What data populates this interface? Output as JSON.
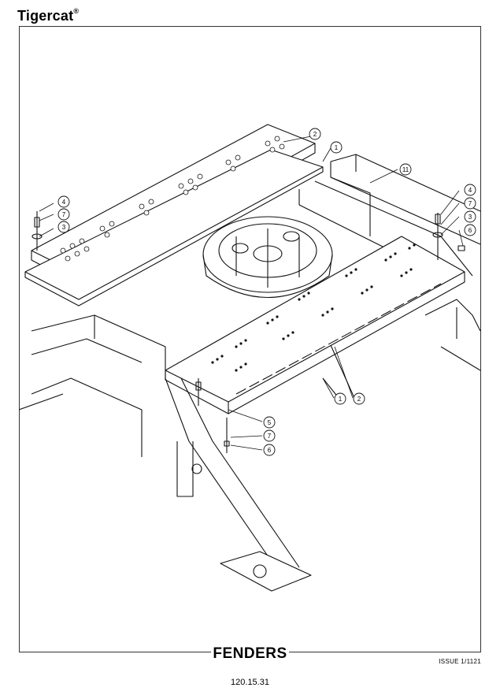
{
  "header": {
    "brand": "Tigercat",
    "reg_mark": "®"
  },
  "callouts": [
    "1",
    "2",
    "3",
    "4",
    "5",
    "6",
    "7",
    "11"
  ],
  "footer": {
    "title": "FENDERS",
    "issue": "ISSUE 1/1121",
    "page_number": "120.15.31"
  }
}
